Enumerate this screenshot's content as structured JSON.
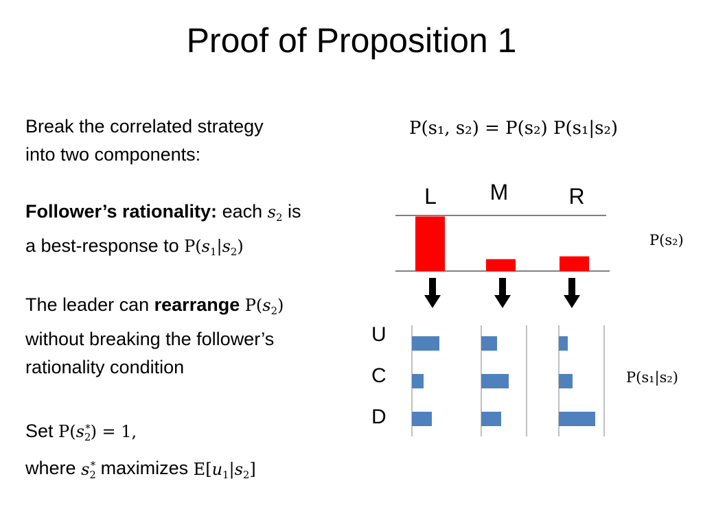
{
  "title": "Proof of Proposition 1",
  "text": {
    "p1_line1": "Break the correlated strategy",
    "p1_line2": "into two components:",
    "p2_bold": "Follower’s rationality:",
    "p2_each": "each",
    "p2_is": "is",
    "p2_line2": "a best-response to",
    "p3_pre": "The leader can",
    "p3_bold": "rearrange",
    "p3_line2": "without breaking the follower’s",
    "p3_line3": "rationality condition",
    "p4_set": "Set",
    "p4_eq": "= 1,",
    "p4_where": "where",
    "p4_max": "maximizes"
  },
  "equation_top": "P(s₁, s₂) = P(s₂) P(s₁|s₂)",
  "label_p_s2": "P(s₂)",
  "label_p_s1_given_s2": "P(s₁|s₂)",
  "colors": {
    "red": "#ff0000",
    "blue": "#4f81bd",
    "black": "#000000",
    "grid": "#808080"
  },
  "chart_data": [
    {
      "type": "bar",
      "categories": [
        "L",
        "M",
        "R"
      ],
      "values": [
        0.78,
        0.17,
        0.21
      ]
    },
    {
      "type": "bar",
      "orientation": "horizontal",
      "categories": [
        "U",
        "C",
        "D"
      ],
      "groups": [
        "L",
        "M",
        "R"
      ],
      "series": [
        {
          "values": [
            0.4,
            0.17,
            0.29
          ]
        },
        {
          "values": [
            0.23,
            0.4,
            0.29
          ]
        },
        {
          "values": [
            0.13,
            0.2,
            0.53
          ]
        }
      ]
    }
  ]
}
